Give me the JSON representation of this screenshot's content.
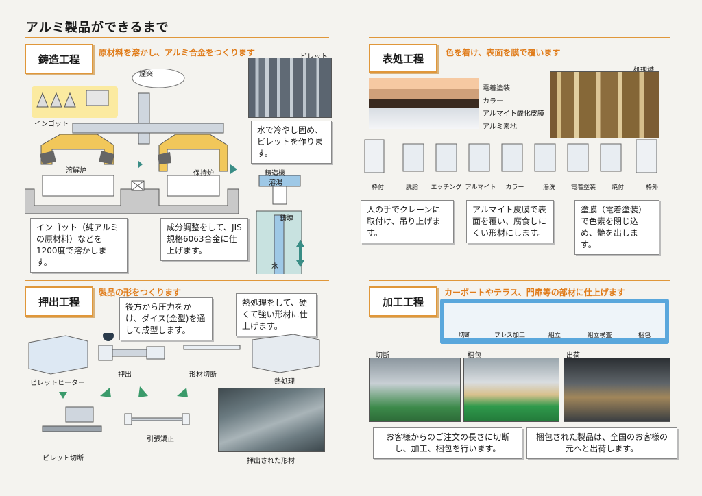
{
  "title": "アルミ製品ができるまで",
  "casting": {
    "header": "鋳造工程",
    "subtitle": "原材料を溶かし、アルミ合金をつくります",
    "labels": {
      "chimney": "煙突",
      "ingot": "インゴット",
      "melting": "溶解炉",
      "holding": "保持炉",
      "caster": "鋳造機",
      "molten": "溶湯",
      "mold": "鋳塊",
      "water": "水",
      "billet_photo": "ビレット"
    },
    "notes": {
      "ingot": "インゴット（純アルミの原材料）などを1200度で溶かします。",
      "adjust": "成分調整をして、JIS規格6063合金に仕上げます。",
      "cool": "水で冷やし固め、ビレットを作ります。"
    }
  },
  "surface": {
    "header": "表処工程",
    "subtitle": "色を着け、表面を膜で覆います",
    "layers": [
      "電着塗装",
      "カラー",
      "アルマイト酸化皮膜",
      "アルミ素地"
    ],
    "tank_label": "処理槽",
    "steps": [
      "枠付",
      "脱脂",
      "エッチング",
      "アルマイト",
      "カラー",
      "湯洗",
      "電着塗装",
      "焼付",
      "枠外"
    ],
    "notes": {
      "crane": "人の手でクレーンに取付け、吊り上げます。",
      "anodize": "アルマイト皮膜で表面を覆い、腐食しにくい形材にします。",
      "coat": "塗膜（電着塗装）で色素を閉じ込め、艶を出します。"
    }
  },
  "extrusion": {
    "header": "押出工程",
    "subtitle": "製品の形をつくります",
    "notes": {
      "press": "後方から圧力をかけ、ダイス(金型)を通して成型します。",
      "heat": "熱処理をして、硬くて強い形材に仕上げます。"
    },
    "labels": {
      "heater": "ビレットヒーター",
      "extrude": "押出",
      "cut_profile": "形材切断",
      "heat_treat": "熱処理",
      "billet_cut": "ビレット切断",
      "stretch": "引張矯正",
      "extruded": "押出された形材"
    }
  },
  "processing": {
    "header": "加工工程",
    "subtitle": "カーポートやテラス、門扉等の部材に仕上げます",
    "strip": [
      "切断",
      "プレス加工",
      "組立",
      "組立検査",
      "梱包"
    ],
    "photos": [
      "切断",
      "梱包",
      "出荷"
    ],
    "notes": {
      "order": "お客様からのご注文の長さに切断し、加工、梱包を行います。",
      "ship": "梱包された製品は、全国のお客様の元へと出荷します。"
    }
  }
}
